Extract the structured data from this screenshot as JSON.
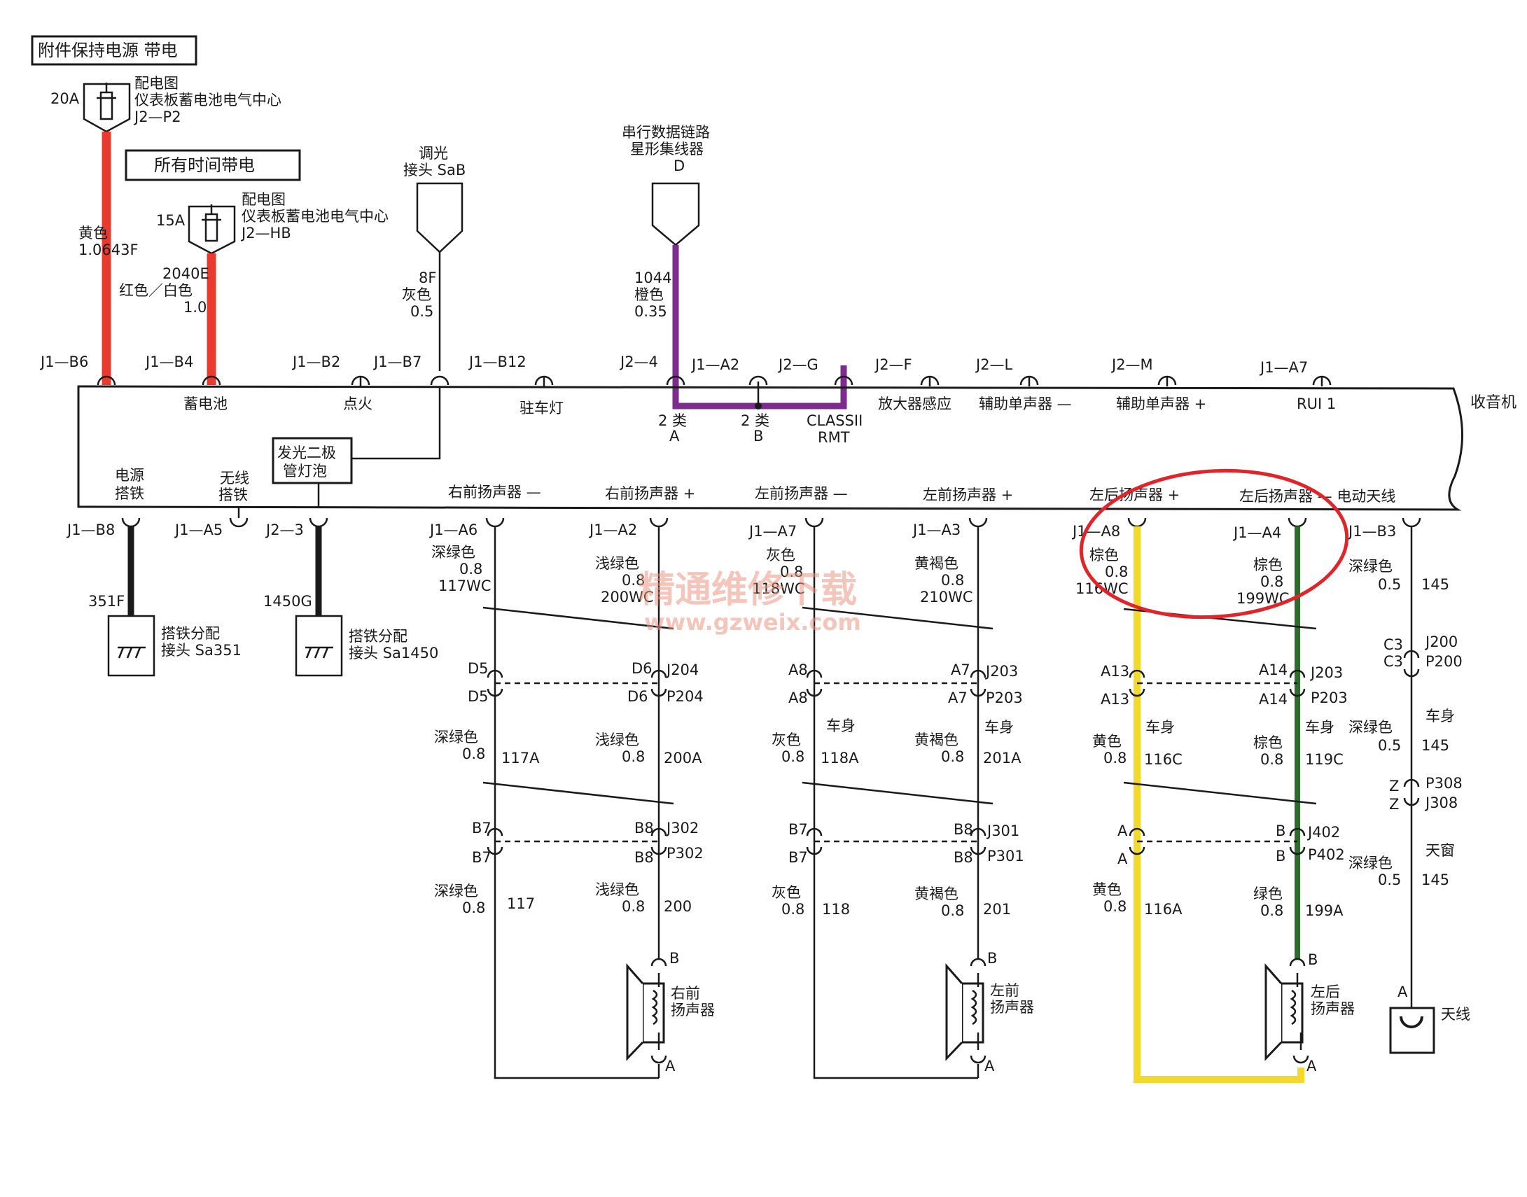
{
  "top_boxes": {
    "accessory_power": "附件保持电源 带电",
    "all_time_power": "所有时间带电"
  },
  "fuses": {
    "f20": {
      "rating": "20A",
      "line1": "配电图",
      "line2": "仪表板蓄电池电气中心",
      "line3": "J2—P2"
    },
    "f15": {
      "rating": "15A",
      "line1": "配电图",
      "line2": "仪表板蓄电池电气中心",
      "line3": "J2—HB"
    }
  },
  "dimmer": {
    "line1": "调光",
    "line2": "接头 SaB",
    "circuit": "8F",
    "color": "灰色",
    "gauge": "0.5"
  },
  "serial_hub": {
    "line1": "串行数据链路",
    "line2": "星形集线器",
    "line3": "D",
    "circuit": "1044",
    "color": "橙色",
    "gauge": "0.35"
  },
  "feed_wires": {
    "yellow": {
      "color": "黄色",
      "spec": "1.0643F"
    },
    "redwhite": {
      "circuit": "2040E",
      "color": "红色／白色",
      "gauge": "1.0"
    }
  },
  "radio": {
    "name": "收音机"
  },
  "top_pins": [
    "J1—B6",
    "J1—B4",
    "J1—B2",
    "J1—B7",
    "J1—B12",
    "J2—4",
    "J1—A2",
    "J2—G",
    "J2—F",
    "J2—L",
    "J2—M",
    "J1—A7"
  ],
  "top_pin_labels": [
    "蓄电池",
    "点火",
    "驻车灯",
    "2 类",
    "A",
    "2 类",
    "B",
    "CLASSII",
    "RMT",
    "放大器感应",
    "辅助单声器 —",
    "辅助单声器 +",
    "RUI 1"
  ],
  "led": {
    "line1": "发光二极",
    "line2": "管灯泡"
  },
  "bottom_inner_labels": [
    "电源",
    "搭铁",
    "无线",
    "搭铁",
    "右前扬声器 —",
    "右前扬声器 +",
    "左前扬声器 —",
    "左前扬声器 +",
    "左后扬声器 +",
    "左后扬声器 — 电动天线"
  ],
  "bottom_pins": [
    "J1—B8",
    "J1—A5",
    "J2—3",
    "J1—A6",
    "J1—A2",
    "J1—A7",
    "J1—A3",
    "J1—A8",
    "J1—A4",
    "J1—B3"
  ],
  "grounds": [
    {
      "circuit": "351F",
      "line1": "搭铁分配",
      "line2": "接头 Sa351"
    },
    {
      "circuit": "1450G",
      "line1": "搭铁分配",
      "line2": "接头 Sa1450"
    }
  ],
  "upper_wires": [
    {
      "color": "深绿色",
      "gauge": "0.8",
      "circuit": "117WC"
    },
    {
      "color": "浅绿色",
      "gauge": "0.8",
      "circuit": "200WC"
    },
    {
      "color": "灰色",
      "gauge": "0.8",
      "circuit": "118WC"
    },
    {
      "color": "黄褐色",
      "gauge": "0.8",
      "circuit": "210WC"
    },
    {
      "color": "棕色",
      "gauge": "0.8",
      "circuit": "116WC"
    },
    {
      "color": "棕色",
      "gauge": "0.8",
      "circuit": "199WC"
    },
    {
      "color": "深绿色",
      "gauge": "0.5",
      "circuit": "145"
    }
  ],
  "conn1_pins": [
    "D5",
    "D5",
    "D6",
    "D6",
    "J204",
    "P204",
    "A8",
    "A8",
    "A7",
    "A7",
    "J203",
    "P203",
    "A13",
    "A13",
    "A14",
    "A14",
    "J203",
    "P203",
    "C3",
    "C3",
    "J200",
    "P200"
  ],
  "mid_wires": [
    {
      "color": "深绿色",
      "gauge": "0.8",
      "circuit": "117A"
    },
    {
      "color": "浅绿色",
      "gauge": "0.8",
      "circuit": "200A"
    },
    {
      "color": "灰色",
      "gauge": "0.8",
      "circuit": "118A"
    },
    {
      "color": "黄褐色",
      "gauge": "0.8",
      "circuit": "201A"
    },
    {
      "color": "黄色",
      "gauge": "0.8",
      "circuit": "116C"
    },
    {
      "color": "棕色",
      "gauge": "0.8",
      "circuit": "119C"
    },
    {
      "color": "深绿色",
      "gauge": "0.5",
      "circuit": "145"
    }
  ],
  "body_label": "车身",
  "conn2_pins": [
    "B7",
    "B7",
    "B8",
    "B8",
    "J302",
    "P302",
    "B7",
    "B7",
    "B8",
    "B8",
    "J301",
    "P301",
    "A",
    "A",
    "B",
    "B",
    "J402",
    "P402",
    "Z",
    "Z",
    "P308",
    "J308"
  ],
  "lower_wires": [
    {
      "color": "深绿色",
      "gauge": "0.8",
      "circuit": "117"
    },
    {
      "color": "浅绿色",
      "gauge": "0.8",
      "circuit": "200"
    },
    {
      "color": "灰色",
      "gauge": "0.8",
      "circuit": "118"
    },
    {
      "color": "黄褐色",
      "gauge": "0.8",
      "circuit": "201"
    },
    {
      "color": "黄色",
      "gauge": "0.8",
      "circuit": "116A"
    },
    {
      "color": "绿色",
      "gauge": "0.8",
      "circuit": "199A"
    },
    {
      "color": "深绿色",
      "gauge": "0.5",
      "circuit": "145"
    }
  ],
  "sunroof_label": "天窗",
  "speakers": [
    {
      "line1": "右前",
      "line2": "扬声器",
      "pin_top": "B",
      "pin_bottom": "A"
    },
    {
      "line1": "左前",
      "line2": "扬声器",
      "pin_top": "B",
      "pin_bottom": "A"
    },
    {
      "line1": "左后",
      "line2": "扬声器",
      "pin_top": "B",
      "pin_bottom": "A"
    }
  ],
  "antenna": {
    "label": "天线",
    "pin": "A"
  },
  "watermark": {
    "cn": "精通维修下载",
    "url": "www.gzweix.com"
  },
  "colors": {
    "red": "#e83a2e",
    "purple": "#7b2d8b",
    "yellow": "#f2d92c",
    "green": "#2f6b2f",
    "highlight": "#e0242a"
  }
}
